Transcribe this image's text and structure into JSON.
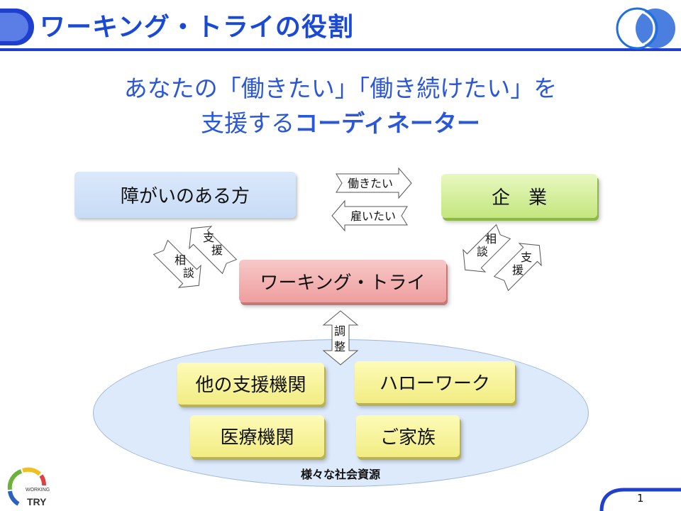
{
  "header": {
    "title": "ワーキング・トライの役割"
  },
  "subtitle": {
    "line1": "あなたの「働きたい」「働き続けたい」を",
    "line2_prefix": "支援する",
    "line2_emphasis": "コーディネーター"
  },
  "diagram": {
    "person_box": "障がいのある方",
    "company_box": "企　業",
    "center_box": "ワーキング・トライ",
    "arrow_want_work": "働きたい",
    "arrow_want_hire": "雇いたい",
    "left_consult": [
      "相",
      "談"
    ],
    "left_support": [
      "支",
      "援"
    ],
    "right_consult": [
      "相",
      "談"
    ],
    "right_support": [
      "支",
      "援"
    ],
    "adjust": [
      "調",
      "整"
    ],
    "resources": {
      "other_support": "他の支援機関",
      "hello_work": "ハローワーク",
      "medical": "医療機関",
      "family": "ご家族",
      "caption": "様々な社会資源"
    }
  },
  "footer": {
    "page_number": "1",
    "logo_top": "WORKING",
    "logo_bottom": "TRY"
  },
  "colors": {
    "accent_blue": "#1a49d6",
    "person_box": "#c8dcf6",
    "company_box": "#c3e67e",
    "center_box": "#ef9e9e",
    "resource_box": "#f2ec82",
    "ellipse": "#ddeafb"
  }
}
